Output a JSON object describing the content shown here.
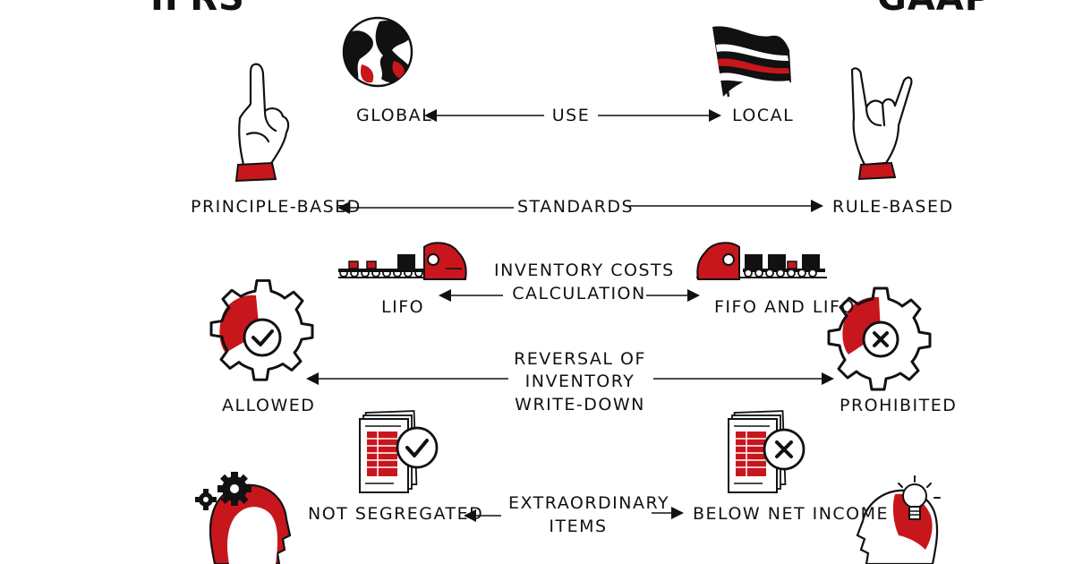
{
  "titles": {
    "left": "IFRS",
    "right": "GAAP"
  },
  "colors": {
    "accent": "#c8161d",
    "ink": "#111111",
    "background": "#ffffff"
  },
  "rows": [
    {
      "topic": [
        "USE"
      ],
      "left": "GLOBAL",
      "right": "LOCAL",
      "left_icon": "globe-icon",
      "right_icon": "flag-icon"
    },
    {
      "topic": [
        "STANDARDS"
      ],
      "left": "PRINCIPLE-BASED",
      "right": "RULE-BASED",
      "left_icon": "pointing-hand-icon",
      "right_icon": "rock-hand-icon"
    },
    {
      "topic": [
        "INVENTORY COSTS",
        "CALCULATION"
      ],
      "left": "LIFO",
      "right": "FIFO AND LIFO",
      "left_icon": "conveyor-truck-icon",
      "right_icon": "conveyor-truck-icon"
    },
    {
      "topic": [
        "REVERSAL OF",
        "INVENTORY",
        "WRITE-DOWN"
      ],
      "left": "ALLOWED",
      "right": "PROHIBITED",
      "left_icon": "gear-check-icon",
      "right_icon": "gear-cross-icon"
    },
    {
      "topic": [
        "EXTRAORDINARY",
        "ITEMS"
      ],
      "left": "NOT SEGREGATED",
      "right": "BELOW NET INCOME",
      "left_icon": "document-check-icon",
      "right_icon": "document-cross-icon"
    }
  ],
  "decorations": {
    "bottom_left_icon": "head-gears-icon",
    "bottom_right_icon": "head-lightbulb-icon"
  }
}
